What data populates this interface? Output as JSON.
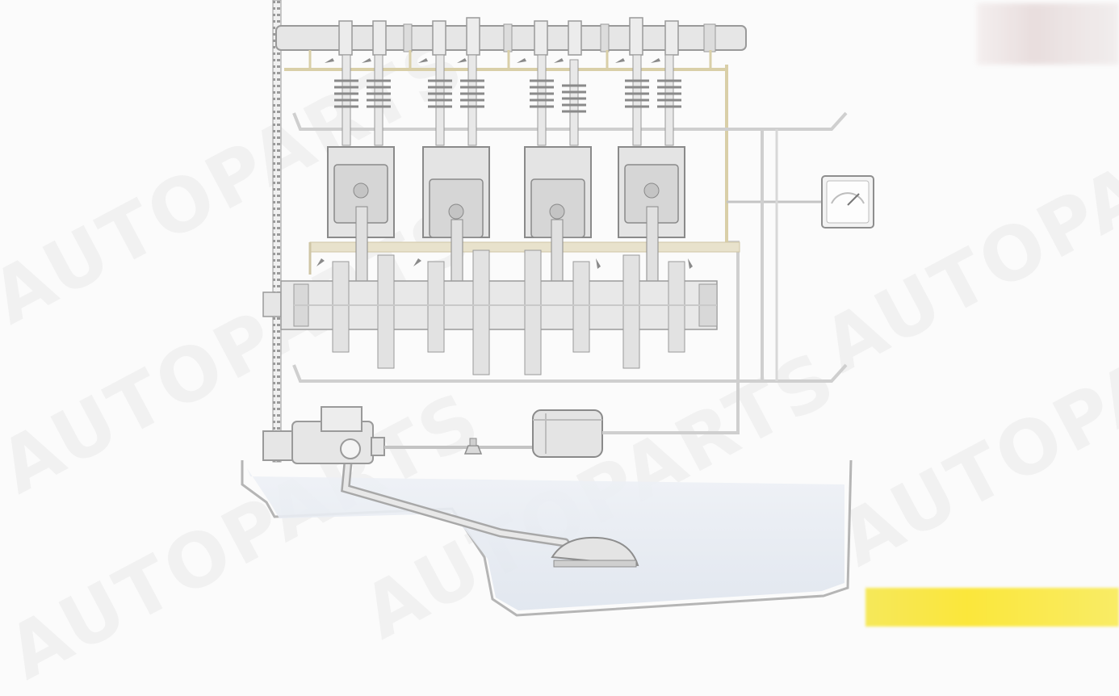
{
  "watermark": "AUTOPARTS",
  "diagram": {
    "subject": "engine-lubrication-system",
    "cylinders": 4,
    "colors": {
      "background": "#fbfbfb",
      "line": "#bfbfbf",
      "part_fill": "#e6e6e6",
      "part_stroke": "#9a9a9a",
      "oil_pipe": "#d9cfa8",
      "sump_oil": "#e2e8f1",
      "accent_bar": "#fbe73b"
    }
  }
}
